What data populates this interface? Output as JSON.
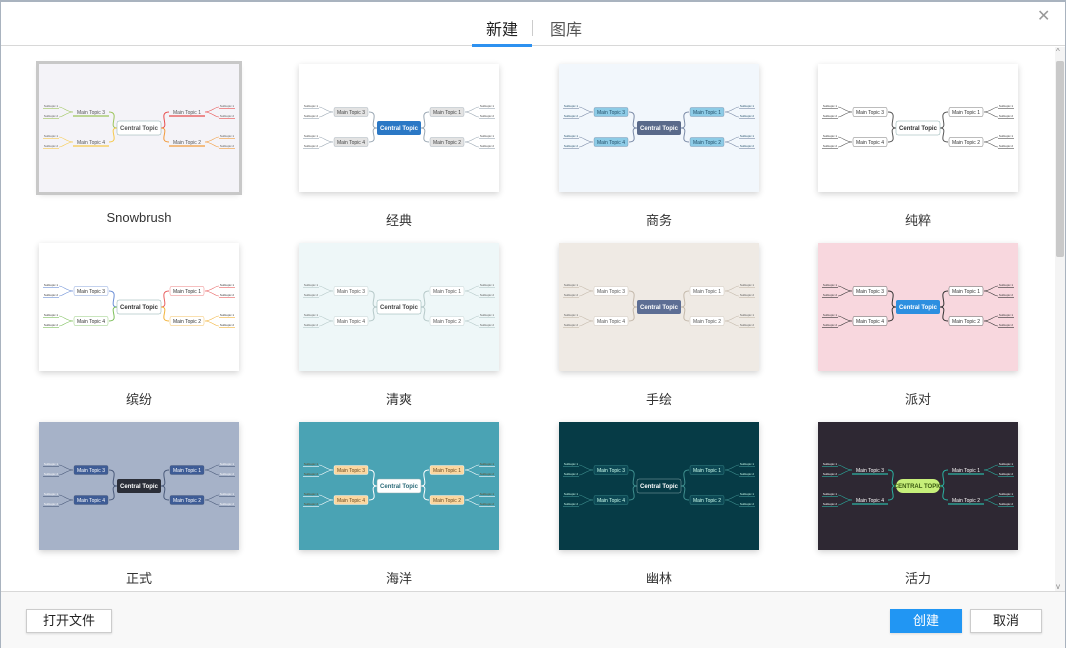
{
  "header": {
    "tabs": [
      {
        "label": "新建",
        "active": true
      },
      {
        "label": "图库",
        "active": false
      }
    ],
    "close_icon": "close-icon"
  },
  "thumbnail_text": {
    "central": "Central Topic",
    "central_upper": "CENTRAL TOPIC",
    "main": [
      "Main Topic 1",
      "Main Topic 2",
      "Main Topic 3",
      "Main Topic 4"
    ],
    "sub": [
      "Subtopic 1",
      "Subtopic 2"
    ]
  },
  "templates": [
    {
      "name": "Snowbrush",
      "selected": true,
      "bg": "#f4f3f8",
      "central_bg": "#ffffff",
      "central_fg": "#555555",
      "topic_bg": "none",
      "topic_fg": "#555555",
      "lines": [
        "#e84c4c",
        "#f29a3a",
        "#9cc45a",
        "#f6c94a"
      ]
    },
    {
      "name": "经典",
      "bg": "#ffffff",
      "central_bg": "#2b78c5",
      "central_fg": "#ffffff",
      "topic_bg": "#e3e3e3",
      "topic_fg": "#444444",
      "lines": [
        "#9aa7b3",
        "#9aa7b3",
        "#9aa7b3",
        "#9aa7b3"
      ]
    },
    {
      "name": "商务",
      "bg": "#f2f7fc",
      "central_bg": "#5a6a8a",
      "central_fg": "#ffffff",
      "topic_bg": "#8dcbe6",
      "topic_fg": "#24506a",
      "lines": [
        "#7a8aa6",
        "#7a8aa6",
        "#7a8aa6",
        "#7a8aa6"
      ]
    },
    {
      "name": "纯粹",
      "bg": "#ffffff",
      "central_bg": "#ffffff",
      "central_fg": "#333333",
      "topic_bg": "#ffffff",
      "topic_fg": "#333333",
      "lines": [
        "#555555",
        "#555555",
        "#555555",
        "#555555"
      ]
    },
    {
      "name": "缤纷",
      "bg": "#ffffff",
      "central_bg": "#ffffff",
      "central_fg": "#333333",
      "topic_bg": "#ffffff",
      "topic_fg": "#333333",
      "lines": [
        "#e86060",
        "#f2b33a",
        "#6b8ed6",
        "#7cbf5a"
      ]
    },
    {
      "name": "清爽",
      "bg": "#eef7f8",
      "central_bg": "#ffffff",
      "central_fg": "#444444",
      "topic_bg": "#ffffff",
      "topic_fg": "#555555",
      "lines": [
        "#b5c8c8",
        "#b5c8c8",
        "#b5c8c8",
        "#b5c8c8"
      ]
    },
    {
      "name": "手绘",
      "bg": "#efeae4",
      "central_bg": "#5d6e94",
      "central_fg": "#ffffff",
      "topic_bg": "#ffffff",
      "topic_fg": "#555555",
      "lines": [
        "#c4b9ab",
        "#c4b9ab",
        "#c4b9ab",
        "#c4b9ab"
      ]
    },
    {
      "name": "派对",
      "bg": "#f8d7de",
      "central_bg": "#2d8fe0",
      "central_fg": "#ffffff",
      "topic_bg": "#ffffff",
      "topic_fg": "#333333",
      "lines": [
        "#333333",
        "#333333",
        "#333333",
        "#333333"
      ]
    },
    {
      "name": "正式",
      "bg": "#a6b2c8",
      "central_bg": "#2b2e38",
      "central_fg": "#ffffff",
      "topic_bg": "#3e5c96",
      "topic_fg": "#ffffff",
      "lines": [
        "#4a5a7a",
        "#4a5a7a",
        "#4a5a7a",
        "#4a5a7a"
      ]
    },
    {
      "name": "海洋",
      "bg": "#4aa3b4",
      "central_bg": "#ffffff",
      "central_fg": "#2a6a78",
      "topic_bg": "#fbd7a0",
      "topic_fg": "#6a4a20",
      "lines": [
        "#ffffff",
        "#ffffff",
        "#ffffff",
        "#ffffff"
      ]
    },
    {
      "name": "幽林",
      "bg": "#063b46",
      "central_bg": "#063b46",
      "central_fg": "#ffffff",
      "topic_bg": "#0c4854",
      "topic_fg": "#cfe",
      "lines": [
        "#3f8f8f",
        "#3f8f8f",
        "#3f8f8f",
        "#3f8f8f"
      ]
    },
    {
      "name": "活力",
      "bg": "#2e2833",
      "central_bg": "#c6ef7a",
      "central_fg": "#3a5a10",
      "topic_bg": "none",
      "topic_fg": "#ffffff",
      "lines": [
        "#2bb3a3",
        "#2bb3a3",
        "#2bb3a3",
        "#2bb3a3"
      ],
      "upper": true
    }
  ],
  "footer": {
    "open_file": "打开文件",
    "create": "创建",
    "cancel": "取消"
  }
}
